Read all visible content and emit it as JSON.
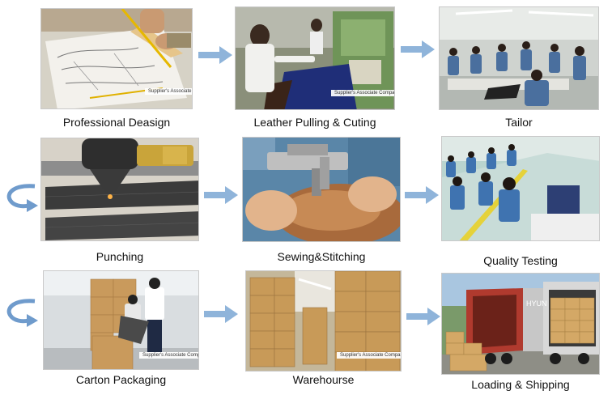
{
  "steps": [
    {
      "label": "Professional Deasign",
      "watermark": "Supplier's Associate Company",
      "scene": "design-sketch-photo"
    },
    {
      "label": "Leather Pulling & Cuting",
      "watermark": "Supplier's Associate Company",
      "scene": "leather-cutting-photo"
    },
    {
      "label": "Tailor",
      "watermark": "",
      "scene": "tailor-workshop-photo"
    },
    {
      "label": "Punching",
      "watermark": "",
      "scene": "punching-machine-photo"
    },
    {
      "label": "Sewing&Stitching",
      "watermark": "",
      "scene": "sewing-photo"
    },
    {
      "label": "Quality Testing",
      "watermark": "",
      "scene": "quality-testing-photo"
    },
    {
      "label": "Carton Packaging",
      "watermark": "Supplier's Associate Company",
      "scene": "carton-packaging-photo"
    },
    {
      "label": "Warehourse",
      "watermark": "Supplier's Associate Company",
      "scene": "warehouse-photo"
    },
    {
      "label": "Loading & Shipping",
      "watermark": "",
      "scene": "loading-shipping-photo",
      "truck_text": "HYUN"
    }
  ],
  "colors": {
    "arrow": "#8fb4da",
    "loop_arrow": "#6f9bcc",
    "text": "#111111"
  }
}
